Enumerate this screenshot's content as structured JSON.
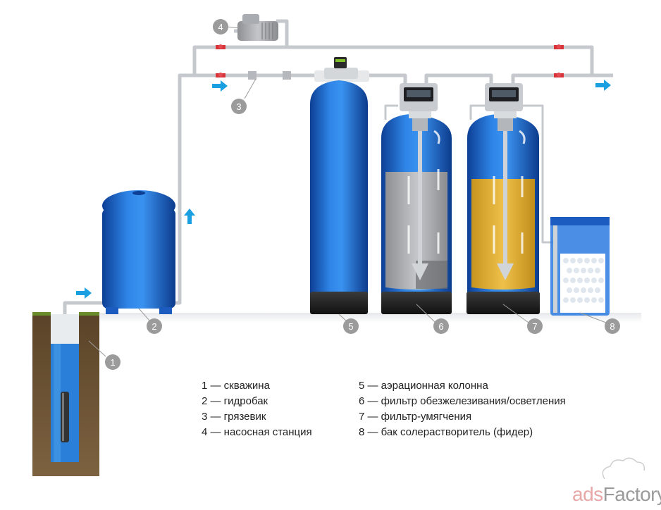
{
  "callouts": [
    "1",
    "2",
    "3",
    "4",
    "5",
    "6",
    "7",
    "8"
  ],
  "legend_left": [
    "1 — скважина",
    "2 — гидробак",
    "3 — грязевик",
    "4 — насосная станция"
  ],
  "legend_right": [
    "5 — аэрационная колонна",
    "6 — фильтр обезжелезивания/осветления",
    "7 — фильтр-умягчения",
    "8 — бак солерастворитель (фидер)"
  ],
  "watermark": {
    "part1": "ads",
    "part2": "Factory"
  },
  "colors": {
    "tank_blue": "#1f6fd6",
    "tank_dark": "#0d3f95",
    "pipe": "#c8ccd0",
    "flow_arrow": "#1aa0e0",
    "soil": "#6b5233",
    "water": "#2a80d8",
    "media_gray": "#a9a9a9",
    "media_yellow": "#e2b43a",
    "base": "#1c1c1c",
    "valve": "#d9333a",
    "callout": "#9b9b9b"
  }
}
